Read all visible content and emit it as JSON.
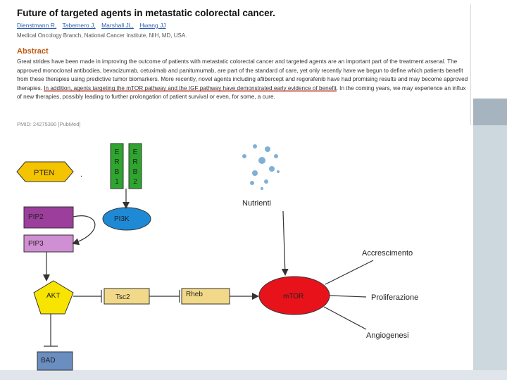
{
  "abstract": {
    "title": "Future of targeted agents in metastatic colorectal cancer.",
    "authors": [
      "Dienstmann R,",
      "Tabernero J,",
      "Marshall JL,",
      "Hwang JJ"
    ],
    "affiliation": "Medical Oncology Branch, National Cancer Institute, NIH, MD, USA.",
    "heading": "Abstract",
    "body_part1": "Great strides have been made in improving the outcome of patients with metastatic colorectal cancer and targeted agents are an important part of the treatment arsenal. The approved monoclonal antibodies, bevacizumab, cetuximab and panitumumab, are part of the standard of care, yet only recently have we begun to define which patients benefit from these therapies using predictive tumor biomarkers. More recently, novel agents including aflibercept and regorafenib have had promising results and may become approved therapies. ",
    "body_highlight": "In addition, agents targeting the mTOR pathway and the IGF pathway have demonstrated early evidence of benefit",
    "body_part2": ". In the coming years, we may experience an influx of new therapies, possibly leading to further prolongation of patient survival or even, for some, a cure.",
    "pmid": "PMID: 24275390 [PubMed]"
  },
  "diagram": {
    "pten": "PTEN",
    "erb1": [
      "E",
      "R",
      "B",
      "1"
    ],
    "erb2": [
      "E",
      "R",
      "B",
      "2"
    ],
    "pip2": "PIP2",
    "pi3k": "PI3K",
    "pip3": "PIP3",
    "akt": "AKT",
    "tsc2": "Tsc2",
    "rheb": "Rheb",
    "mtor": "mTOR",
    "bad": "BAD",
    "nutrienti": "Nutrienti",
    "accrescimento": "Accrescimento",
    "proliferazione": "Proliferazione",
    "angiogenesi": "Angiogenesi"
  },
  "colors": {
    "pten_fill": "#f5c400",
    "akt_fill": "#f7e400",
    "erb_fill": "#2ea52e",
    "pip2_fill": "#9c3e9c",
    "pip3_fill": "#d08ed3",
    "pi3k_fill": "#1e8ad6",
    "mtor_fill": "#e8121b",
    "tsc2_fill": "#f2d98a",
    "bad_fill": "#6a8ec0",
    "nutrient_dots": "#7fb0d6"
  }
}
